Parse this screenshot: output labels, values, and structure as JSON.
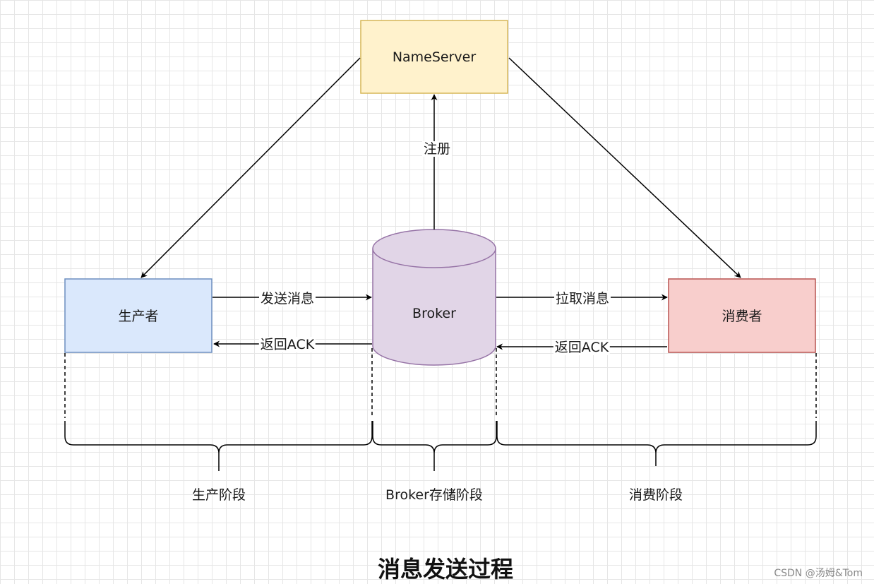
{
  "nodes": {
    "nameserver": "NameServer",
    "producer": "生产者",
    "broker": "Broker",
    "consumer": "消费者"
  },
  "edges": {
    "register": "注册",
    "send_message": "发送消息",
    "return_ack_producer": "返回ACK",
    "pull_message": "拉取消息",
    "return_ack_consumer": "返回ACK"
  },
  "phases": {
    "production": "生产阶段",
    "broker_storage": "Broker存储阶段",
    "consumption": "消费阶段"
  },
  "title": "消息发送过程",
  "watermark": "CSDN @汤姆&Tom",
  "colors": {
    "nameserver_fill": "#fff2cc",
    "nameserver_stroke": "#d6b656",
    "producer_fill": "#dae8fc",
    "producer_stroke": "#6c8ebf",
    "broker_fill": "#e1d5e7",
    "broker_stroke": "#9673a6",
    "consumer_fill": "#f8cecc",
    "consumer_stroke": "#b85450"
  }
}
